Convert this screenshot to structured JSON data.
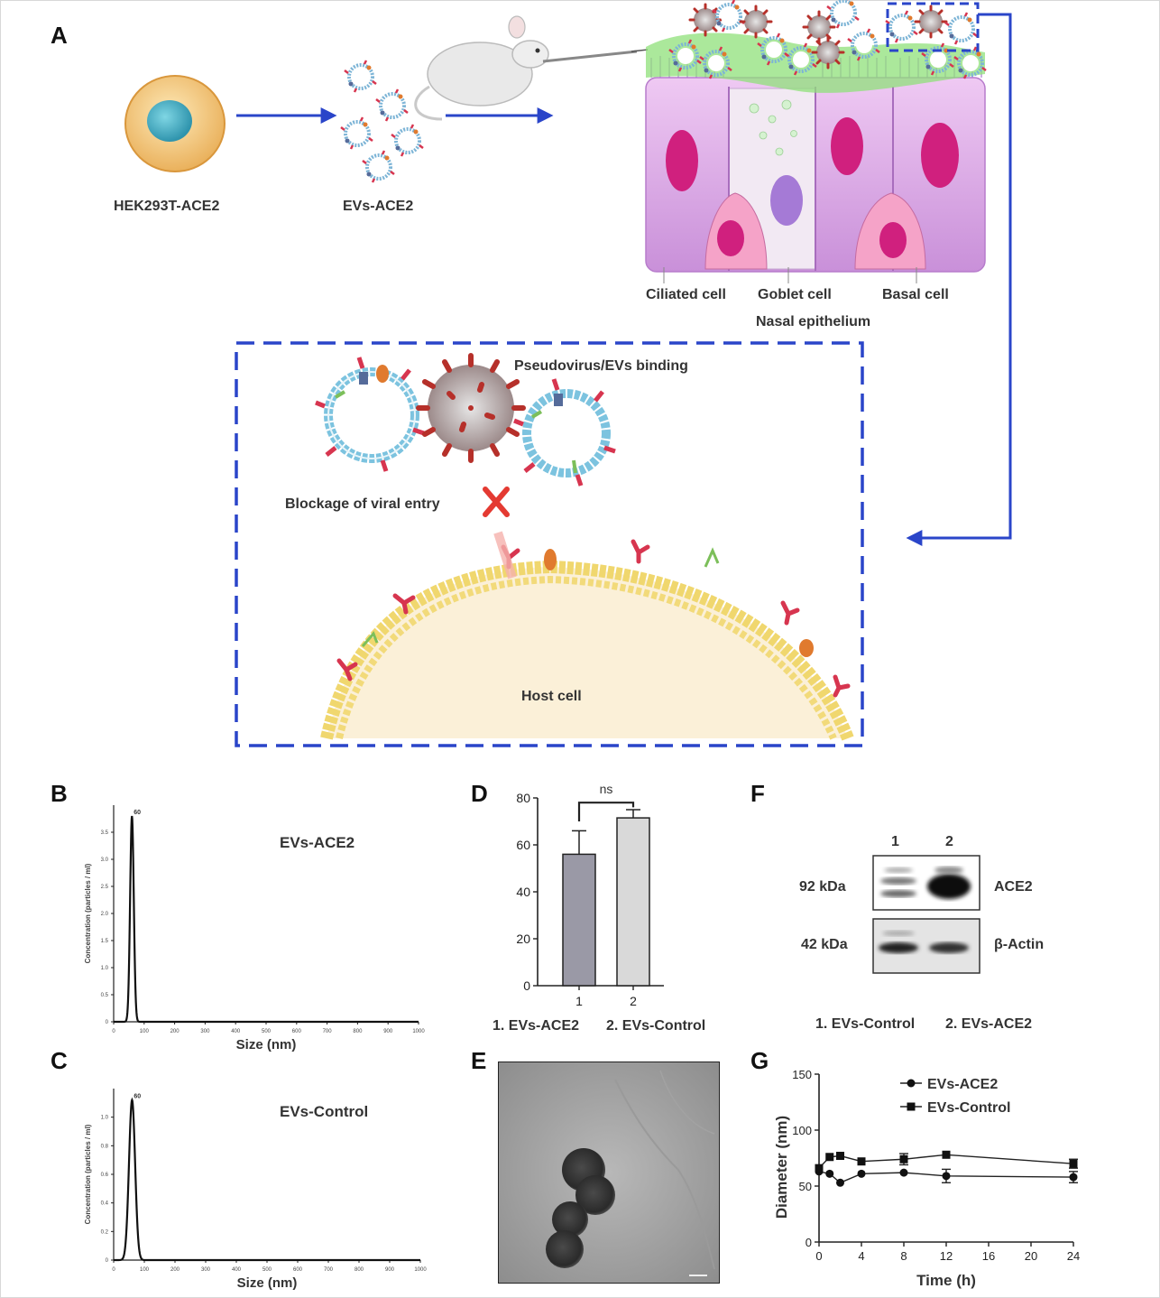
{
  "panels": {
    "a": "A",
    "b": "B",
    "c": "C",
    "d": "D",
    "e": "E",
    "f": "F",
    "g": "G"
  },
  "panel_a": {
    "source_cell": "HEK293T-ACE2",
    "evs": "EVs-ACE2",
    "cell_labels": [
      "Ciliated cell",
      "Goblet cell",
      "Basal cell"
    ],
    "tissue": "Nasal epithelium",
    "binding": "Pseudovirus/EVs binding",
    "blockage": "Blockage of viral entry",
    "host": "Host cell"
  },
  "nta": {
    "b_label": "EVs-ACE2",
    "c_label": "EVs-Control",
    "xlabel": "Size (nm)",
    "ylabel": "Concentration (particles / ml)"
  },
  "panel_d": {
    "ns": "ns",
    "legend": [
      "1.  EVs-ACE2",
      "2.  EVs-Control"
    ]
  },
  "panel_f": {
    "lane_labels": [
      "1",
      "2"
    ],
    "bands": [
      {
        "kda": "92 kDa",
        "protein": "ACE2"
      },
      {
        "kda": "42 kDa",
        "protein": "β-Actin"
      }
    ],
    "legend": [
      "1.  EVs-Control",
      "2.  EVs-ACE2"
    ]
  },
  "panel_g": {
    "legend": [
      "EVs-ACE2",
      "EVs-Control"
    ]
  },
  "chart_data": [
    {
      "id": "B",
      "type": "line",
      "title": "EVs-ACE2",
      "xlabel": "Size (nm)",
      "ylabel": "Concentration (particles / ml)",
      "xlim": [
        0,
        1000
      ],
      "ylim": [
        0,
        4.0
      ],
      "xticks": [
        0,
        100,
        200,
        300,
        400,
        500,
        600,
        700,
        800,
        900,
        1000
      ],
      "yticks": [
        "0",
        "0.5",
        "1.0",
        "1.5",
        "2.0",
        "2.5",
        "3.0",
        "3.5"
      ],
      "peak": {
        "x": 60,
        "y": 3.8,
        "label": "60"
      }
    },
    {
      "id": "C",
      "type": "line",
      "title": "EVs-Control",
      "xlabel": "Size (nm)",
      "ylabel": "Concentration (particles / ml)",
      "xlim": [
        0,
        1000
      ],
      "ylim": [
        0,
        1.2
      ],
      "xticks": [
        0,
        100,
        200,
        300,
        400,
        500,
        600,
        700,
        800,
        900,
        1000
      ],
      "yticks": [
        "0",
        "0.2",
        "0.4",
        "0.6",
        "0.8",
        "1.0"
      ],
      "peak": {
        "x": 60,
        "y": 1.12,
        "label": "60"
      }
    },
    {
      "id": "D",
      "type": "bar",
      "categories": [
        "1",
        "2"
      ],
      "values": [
        56,
        71.5
      ],
      "errors": [
        10,
        3.5
      ],
      "colors": [
        "#9a99a6",
        "#d9d9d9"
      ],
      "ylim": [
        0,
        80
      ],
      "yticks": [
        0,
        20,
        40,
        60,
        80
      ],
      "annotation": "ns"
    },
    {
      "id": "G",
      "type": "line",
      "xlabel": "Time (h)",
      "ylabel": "Diameter  (nm)",
      "xlim": [
        0,
        24
      ],
      "ylim": [
        0,
        150
      ],
      "xticks": [
        0,
        4,
        8,
        12,
        16,
        20,
        24
      ],
      "yticks": [
        0,
        50,
        100,
        150
      ],
      "series": [
        {
          "name": "EVs-ACE2",
          "marker": "circle",
          "x": [
            0,
            1,
            2,
            4,
            8,
            12,
            24
          ],
          "y": [
            63,
            61,
            53,
            61,
            62,
            59,
            58
          ],
          "err": [
            0,
            0,
            0,
            0,
            0,
            6,
            5
          ]
        },
        {
          "name": "EVs-Control",
          "marker": "square",
          "x": [
            0,
            1,
            2,
            4,
            8,
            12,
            24
          ],
          "y": [
            66,
            76,
            77,
            72,
            74,
            78,
            70
          ],
          "err": [
            0,
            0,
            0,
            0,
            5,
            0,
            4
          ]
        }
      ]
    }
  ],
  "colors": {
    "arrow": "#2a45c9",
    "dashed_box": "#2a45c9",
    "cell_membrane": "#f1c57a",
    "cell_nucleus": "#4bb3c8",
    "mucus": "#8fe07a",
    "epithelium": "#d9a8e6",
    "nucleus_magenta": "#d0207e",
    "receptor": "#d7354f",
    "host_cytoplasm": "#fbf0d8"
  }
}
